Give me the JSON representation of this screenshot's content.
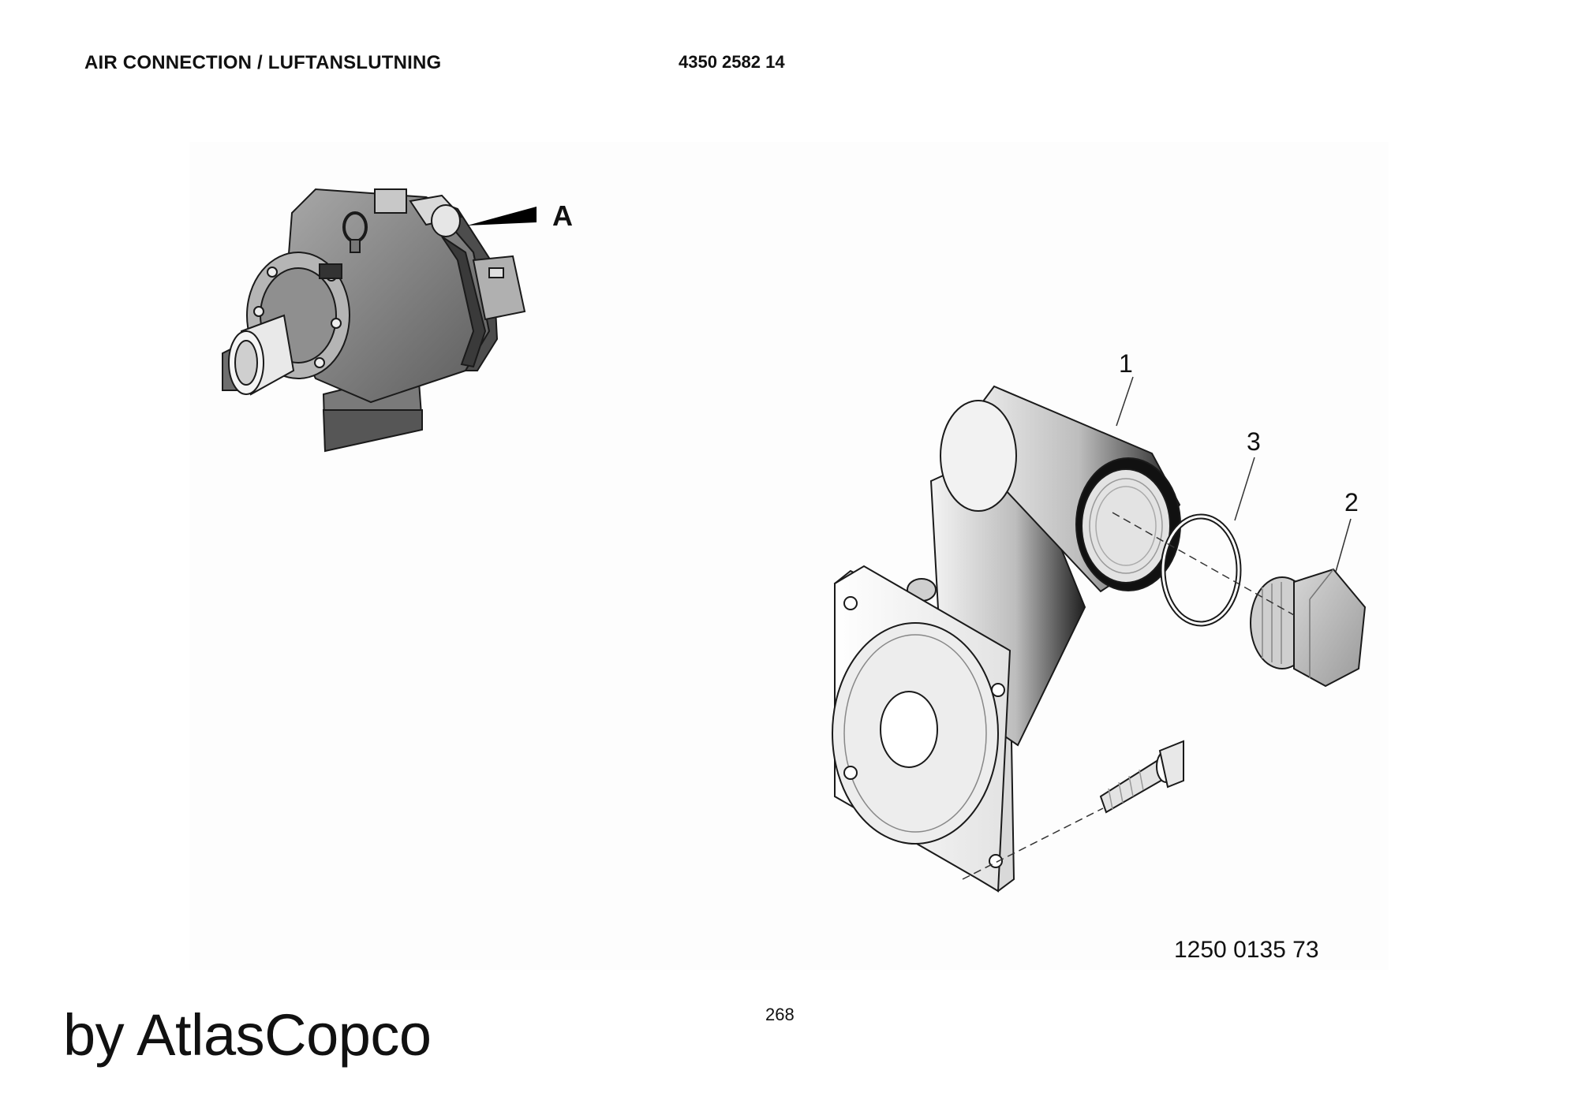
{
  "header": {
    "title": "AIR CONNECTION / LUFTANSLUTNING",
    "part_number": "4350 2582 14"
  },
  "overview": {
    "callout_label": "A"
  },
  "exploded_view": {
    "callouts": [
      {
        "label": "1"
      },
      {
        "label": "3"
      },
      {
        "label": "2"
      }
    ],
    "reference_number": "1250 0135 73"
  },
  "footer": {
    "page_number": "268",
    "brand_text": "by AtlasCopco"
  },
  "colors": {
    "ink": "#111111",
    "body_gray": "#8c8c8c",
    "light_gray": "#d4d4d4",
    "background": "#ffffff"
  }
}
